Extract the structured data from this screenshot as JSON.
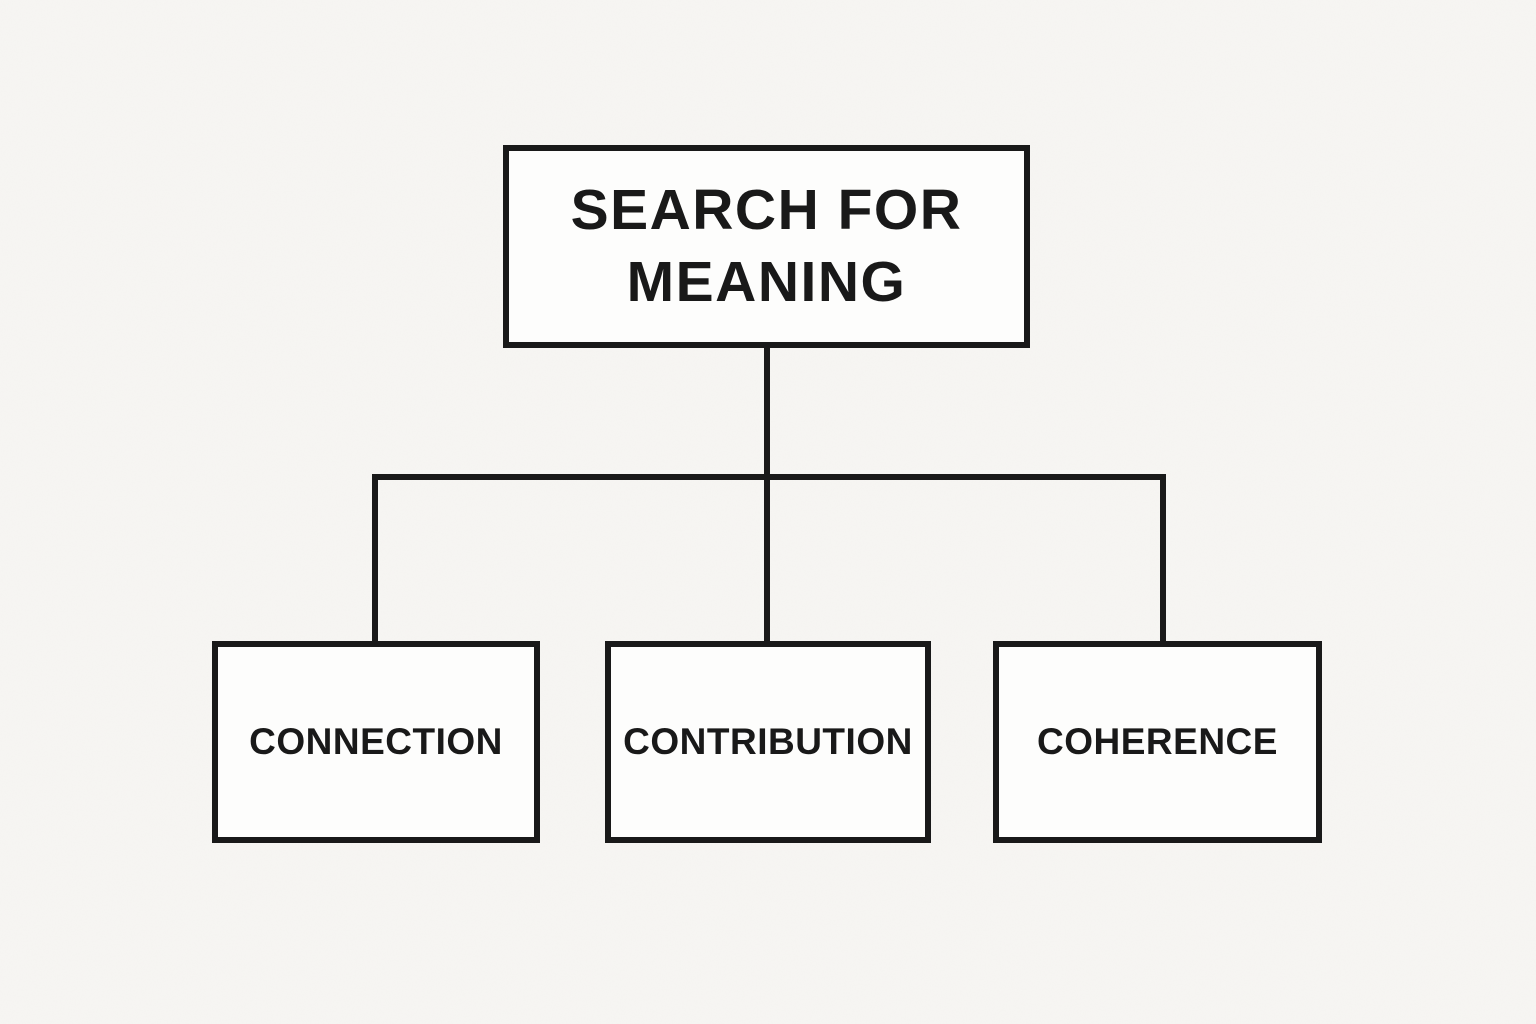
{
  "diagram": {
    "type": "hierarchy",
    "root": {
      "label": "SEARCH FOR MEANING"
    },
    "children": [
      {
        "label": "CONNECTION"
      },
      {
        "label": "CONTRIBUTION"
      },
      {
        "label": "COHERENCE"
      }
    ],
    "colors": {
      "background": "#f7f6f3",
      "box_fill": "#fdfdfc",
      "line": "#191919",
      "text": "#191919"
    }
  }
}
